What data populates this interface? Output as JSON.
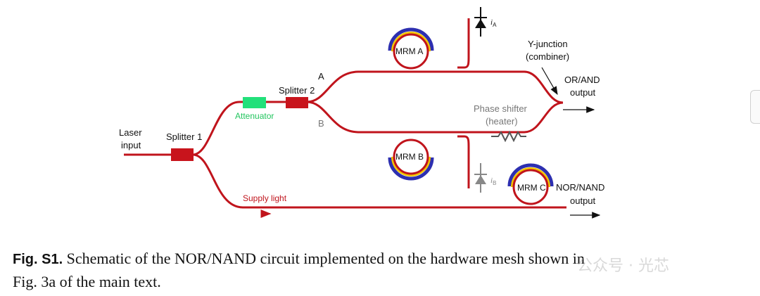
{
  "labels": {
    "laser_input": [
      "Laser",
      "input"
    ],
    "splitter1": "Splitter 1",
    "splitter2": "Splitter 2",
    "attenuator": "Attenuator",
    "arm_a": "A",
    "arm_b": "B",
    "mrm_a": "MRM A",
    "mrm_b": "MRM B",
    "mrm_c": "MRM C",
    "y_junction": [
      "Y-junction",
      "(combiner)"
    ],
    "or_and_output": [
      "OR/AND",
      "output"
    ],
    "phase_shifter": [
      "Phase shifter",
      "(heater)"
    ],
    "supply_light": "Supply light",
    "nor_nand_output": [
      "NOR/NAND",
      "output"
    ],
    "current_a": "i",
    "current_a_sub": "A",
    "current_b": "i",
    "current_b_sub": "B"
  },
  "caption": {
    "figure_label": "Fig. S1.",
    "line1": " Schematic of the NOR/NAND circuit implemented on the hardware mesh shown in",
    "line2": "Fig. 3a of the main text."
  },
  "watermark": "公众号 · 光芯",
  "colors": {
    "waveguide": "#c0141c",
    "splitter": "#c8141c",
    "attenuator": "#22e07a",
    "ring_outer": "#2d2fb0",
    "ring_mid": "#f2c400",
    "detector": "#111111",
    "detector_b": "#888888"
  }
}
